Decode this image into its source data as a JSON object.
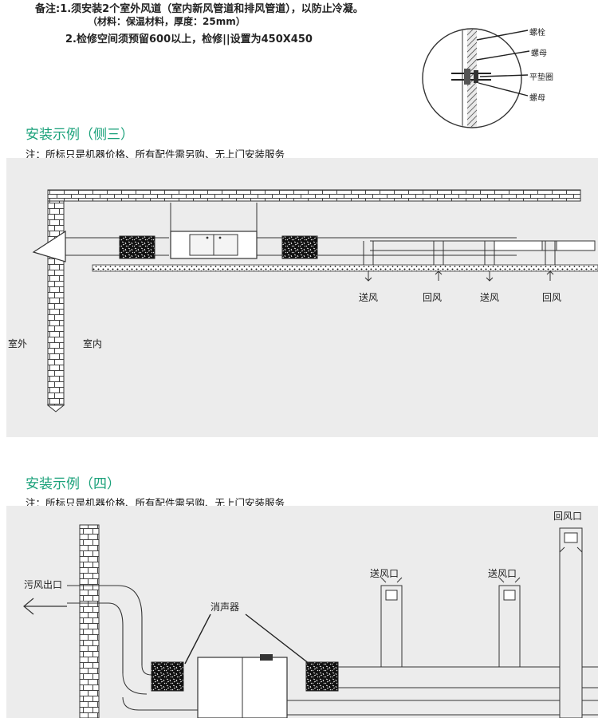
{
  "notes": {
    "line1": "备注:1.须安装2个室外风道（室内新风管道和排风管道），以防止冷凝。",
    "line1_sub": "（材料：保温材料，厚度：25mm）",
    "line2": "2.检修空间须预留600以上，检修||设置为450X450"
  },
  "detail": {
    "labels": [
      "螺栓",
      "螺母",
      "平垫圈",
      "螺母"
    ]
  },
  "section3": {
    "title": "安装示例（侧三）",
    "note": "注：所标只是机器价格、所有配件需另购、无上门安装服务",
    "labels": {
      "supply_1": "送风",
      "return_1": "回风",
      "supply_2": "送风",
      "return_2": "回风",
      "outdoor": "室外",
      "indoor": "室内"
    }
  },
  "section4": {
    "title": "安装示例（四）",
    "note": "注：所标只是机器价格、所有配件需另购、无上门安装服务",
    "labels": {
      "exhaust_outlet": "污风出口",
      "silencer": "消声器",
      "supply_outlet_1": "送风口",
      "supply_outlet_2": "送风口",
      "return_outlet": "回风口"
    }
  }
}
